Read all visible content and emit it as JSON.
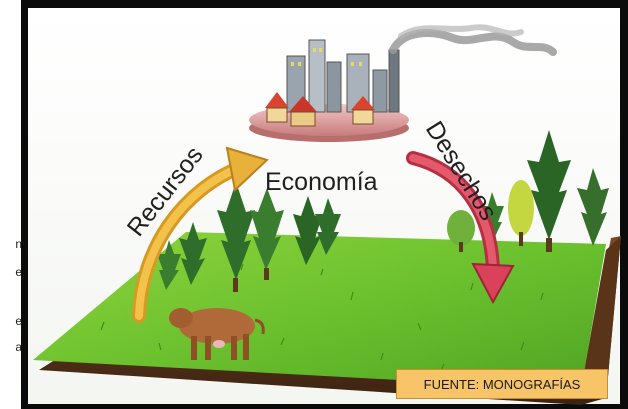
{
  "labels": {
    "resources": "Recursos",
    "economy": "Economía",
    "waste": "Desechos"
  },
  "source": "FUENTE: MONOGRAFÍAS",
  "side_text": [
    "n",
    "e",
    "e",
    "a"
  ],
  "colors": {
    "resources_arrow": "#e8b13a",
    "waste_arrow": "#d9425a",
    "grass": "#6cc12e",
    "source_box": "#f7c468"
  }
}
